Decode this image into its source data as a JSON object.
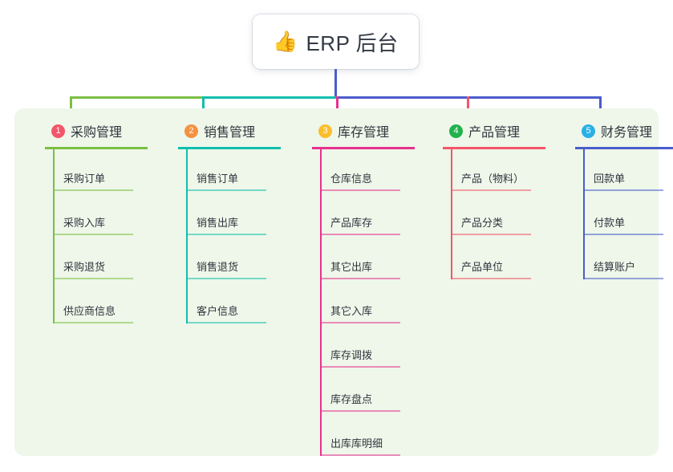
{
  "root": {
    "icon": "thumbs-up-icon",
    "icon_glyph": "👍",
    "title": "ERP 后台"
  },
  "panel": {
    "background": "#eef7e9"
  },
  "connector": {
    "trunk_color": "#4a5ccc",
    "bar_segments": [
      {
        "color": "#7cbf44"
      },
      {
        "color": "#11bfae"
      },
      {
        "color": "#4a5ccc"
      },
      {
        "color": "#4a5ccc"
      },
      {
        "color": "#4a5ccc"
      }
    ]
  },
  "columns": [
    {
      "index": "1",
      "title": "采购管理",
      "badge_color": "#f4556a",
      "line_color": "#7cbf44",
      "drop_color": "#7cbf44",
      "items": [
        "采购订单",
        "采购入库",
        "采购退货",
        "供应商信息"
      ]
    },
    {
      "index": "2",
      "title": "销售管理",
      "badge_color": "#f59140",
      "line_color": "#11bfae",
      "drop_color": "#11bfae",
      "items": [
        "销售订单",
        "销售出库",
        "销售退货",
        "客户信息"
      ]
    },
    {
      "index": "3",
      "title": "库存管理",
      "badge_color": "#fbbd2d",
      "line_color": "#e8318f",
      "drop_color": "#e8318f",
      "items": [
        "仓库信息",
        "产品库存",
        "其它出库",
        "其它入库",
        "库存调拨",
        "库存盘点",
        "出库库明细"
      ]
    },
    {
      "index": "4",
      "title": "产品管理",
      "badge_color": "#22b24c",
      "line_color": "#f4556a",
      "drop_color": "#f4556a",
      "items": [
        "产品（物料）",
        "产品分类",
        "产品单位"
      ]
    },
    {
      "index": "5",
      "title": "财务管理",
      "badge_color": "#29b0e8",
      "line_color": "#4a5ccc",
      "drop_color": "#4a5ccc",
      "items": [
        "回款单",
        "付款单",
        "结算账户"
      ]
    }
  ]
}
